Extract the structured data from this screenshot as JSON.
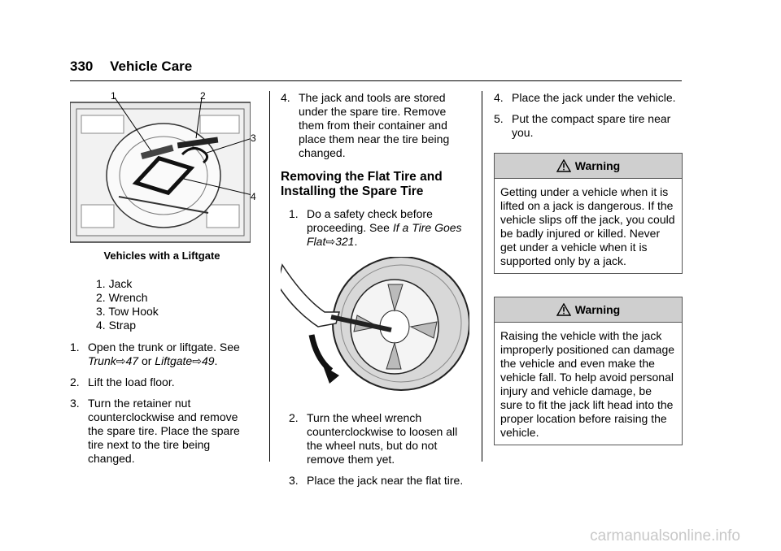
{
  "header": {
    "page_number": "330",
    "section_title": "Vehicle Care"
  },
  "col1": {
    "figure_callouts": [
      "1",
      "2",
      "3",
      "4"
    ],
    "figure_caption": "Vehicles with a Liftgate",
    "legend": [
      "1. Jack",
      "2. Wrench",
      "3. Tow Hook",
      "4. Strap"
    ],
    "steps": [
      {
        "num": "1.",
        "text_a": "Open the trunk or liftgate. See ",
        "ref1": "Trunk",
        "arrow1": "⇨",
        "page1": "47",
        "mid": " or ",
        "ref2": "Liftgate",
        "arrow2": "⇨",
        "page2": "49",
        "end": "."
      },
      {
        "num": "2.",
        "text": "Lift the load floor."
      },
      {
        "num": "3.",
        "text": "Turn the retainer nut counterclockwise and remove the spare tire. Place the spare tire next to the tire being changed."
      }
    ]
  },
  "col2": {
    "step4": {
      "num": "4.",
      "text": "The jack and tools are stored under the spare tire. Remove them from their container and place them near the tire being changed."
    },
    "heading": "Removing the Flat Tire and Installing the Spare Tire",
    "step1": {
      "num": "1.",
      "text": "Do a safety check before proceeding. See ",
      "ref": "If a Tire Goes Flat",
      "arrow": "⇨",
      "page": "321",
      "end": "."
    },
    "step2": {
      "num": "2.",
      "text": "Turn the wheel wrench counterclockwise to loosen all the wheel nuts, but do not remove them yet."
    },
    "step3": {
      "num": "3.",
      "text": "Place the jack near the flat tire."
    }
  },
  "col3": {
    "step4": {
      "num": "4.",
      "text": "Place the jack under the vehicle."
    },
    "step5": {
      "num": "5.",
      "text": "Put the compact spare tire near you."
    },
    "warning1": {
      "title": "Warning",
      "text": "Getting under a vehicle when it is lifted on a jack is dangerous. If the vehicle slips off the jack, you could be badly injured or killed. Never get under a vehicle when it is supported only by a jack."
    },
    "warning2": {
      "title": "Warning",
      "text": "Raising the vehicle with the jack improperly positioned can damage the vehicle and even make the vehicle fall. To help avoid personal injury and vehicle damage, be sure to fit the jack lift head into the proper location before raising the vehicle."
    }
  },
  "watermark": "carmanualsonline.info"
}
